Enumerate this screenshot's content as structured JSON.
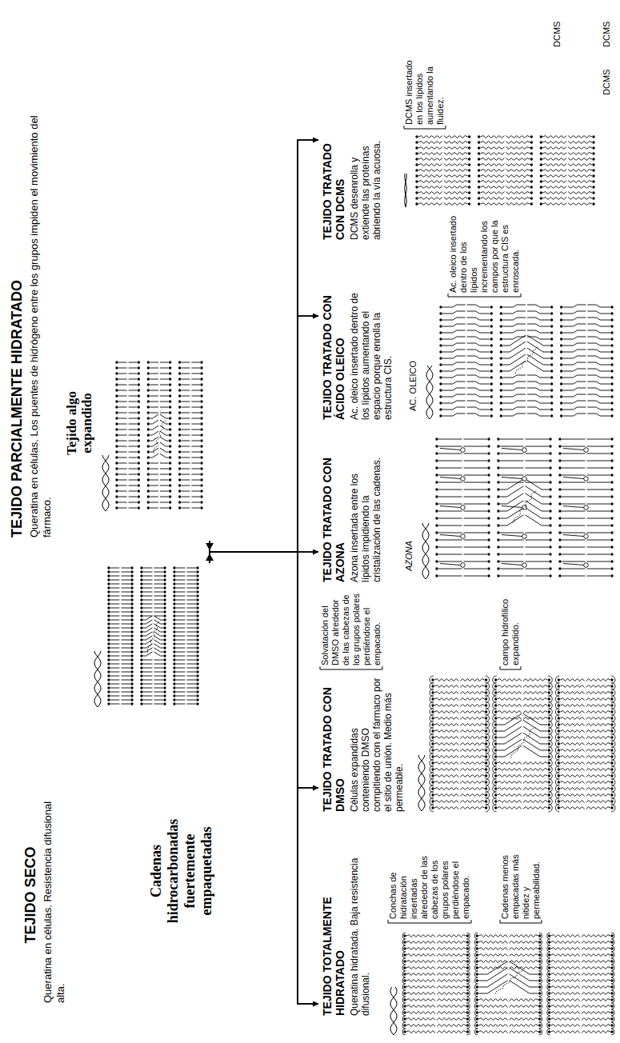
{
  "diagram": {
    "nodes": [
      {
        "text": [
          "TEJIDO SECO",
          "Queratina en células. Resistencia difusional alta."
        ]
      },
      {
        "text": [
          "TEJIDO PARCIALMENTE HIDRATADO",
          "Queratina en células. Los puentes de hidrógeno entre los grupos impiden el movimiento del fármaco."
        ]
      },
      {
        "text": [
          "TEJIDO TOTALMENTE HIDRATADO",
          "Queratina hidratada. Baja resistencia difusional."
        ]
      },
      {
        "text": [
          "TEJIDO TRATADO CON DMSO",
          "Células expandidas conteniendo DMSO compitiendo con el fármaco por el sitio de unión. Medio más permeable."
        ]
      },
      {
        "text": [
          "TEJIDO TRATADO CON AZONA",
          "Azona insertada entre los lípidos impidiendo la cristalización de las cadenas."
        ]
      },
      {
        "text": [
          "TEJIDO TRATADO CON ÁCIDO OLEICO",
          "Ac. oleico insertado dentro de los lípidos aumentando el espacio porque enrolla la estructura CIS."
        ]
      },
      {
        "text": [
          "TEJIDO TRATADO CON DCMS",
          "DCMS desenrolla y extiende las proteínas abriendo la vía acuosa."
        ]
      }
    ],
    "edges": [
      {
        "from": 0,
        "to": 2,
        "arrow": "to"
      },
      {
        "from": 0,
        "to": 3,
        "arrow": "to"
      },
      {
        "from": 0,
        "to": 4,
        "arrow": "to"
      },
      {
        "from": 0,
        "to": 5,
        "arrow": "to"
      },
      {
        "from": 0,
        "to": 6,
        "arrow": "to"
      },
      {
        "from": 1,
        "to": 2,
        "arrow": "to"
      },
      {
        "from": 1,
        "to": 3,
        "arrow": "to"
      },
      {
        "from": 1,
        "to": 4,
        "arrow": "to"
      },
      {
        "from": 1,
        "to": 5,
        "arrow": "to"
      },
      {
        "from": 1,
        "to": 6,
        "arrow": "to"
      }
    ],
    "labels": [
      "Cadenas hidrocarbonadas fuertemente empaquetadas",
      "Tejido algo expandido",
      "Conchas de hidratación insertadas alrededor de las cabezas de los grupos polares perdiéndose el empacado.",
      "Cadenas menos empacadas más nitidez y permeabilidad.",
      "Solvatación del DMSO alrededor de las cabezas de los grupos polares perdiéndose el empacado.",
      "campo hidrofílico expandido.",
      "AZONA",
      "AC. OLEICO",
      "Ac. oleico insertado dentro de los lípidos incrementando los campos por que la estructura CIS es enroscada.",
      "DCMS insertado en los lípidos aumentando la fluidez.",
      "DCMS",
      "DCMS",
      "DCMS"
    ]
  }
}
